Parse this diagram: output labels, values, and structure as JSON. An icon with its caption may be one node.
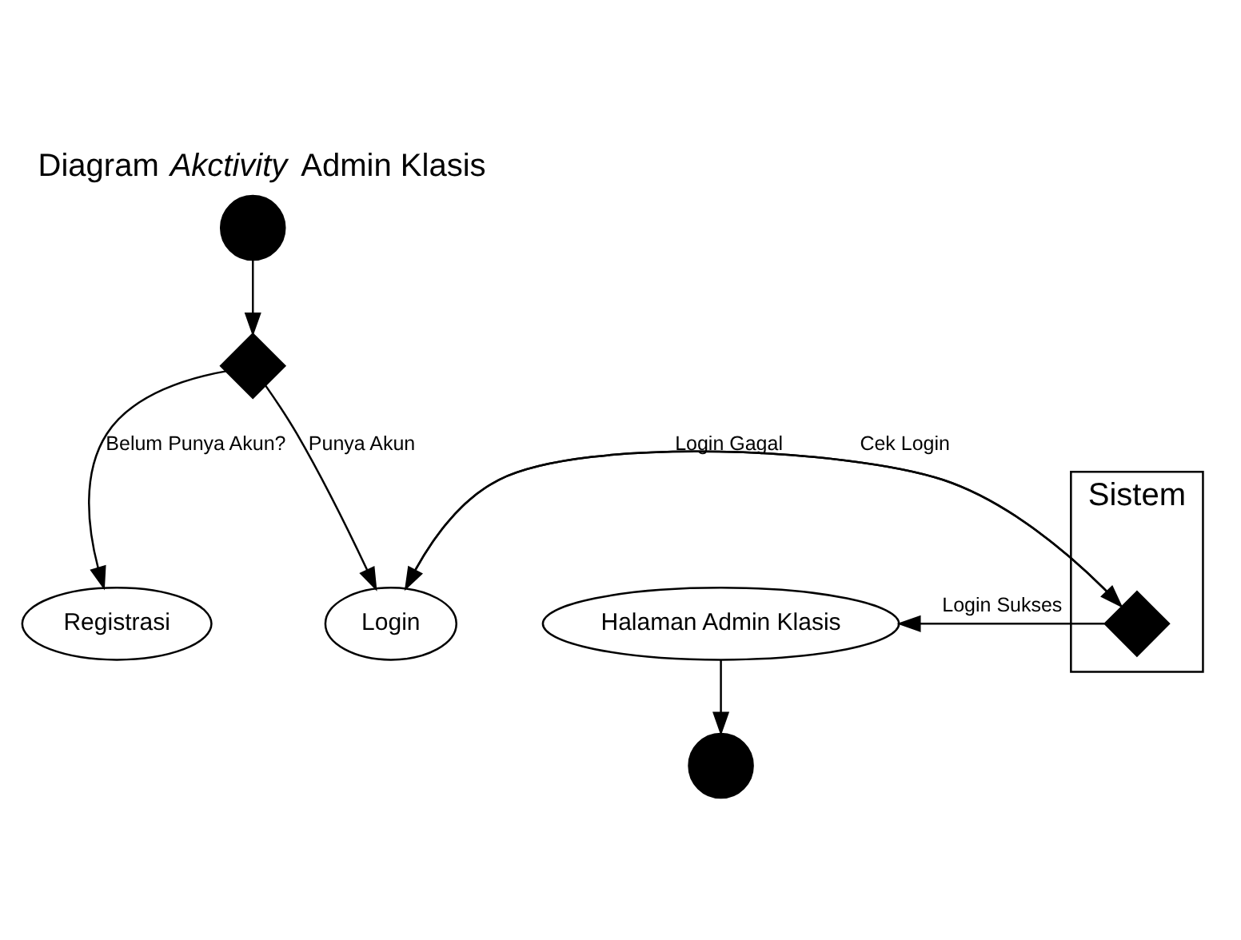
{
  "diagram": {
    "title": "Diagram *Akctivity* Admin Klasis",
    "nodes": [
      {
        "text": [
          "Sistem"
        ]
      },
      {
        "text": [],
        "shape": "circle"
      },
      {
        "text": [],
        "shape": "diamond"
      },
      {
        "text": [
          "Registrasi"
        ]
      },
      {
        "text": [
          "Login"
        ]
      },
      {
        "text": [],
        "shape": "diamond",
        "in": 0
      },
      {
        "text": [
          "Halaman Admin Klasis"
        ]
      },
      {
        "text": [],
        "shape": "circle"
      }
    ],
    "edges": [
      {
        "from": 1,
        "to": 2,
        "arrow": "to"
      },
      {
        "from": 2,
        "to": 3,
        "arrow": "to",
        "label": "Belum Punya Akun?"
      },
      {
        "from": 2,
        "to": 4,
        "arrow": "to",
        "label": "Punya Akun"
      },
      {
        "from": 5,
        "to": 4,
        "arrow": "to",
        "label": "Login Gagal"
      },
      {
        "from": 4,
        "to": 5,
        "arrow": "to",
        "label": "Cek Login"
      },
      {
        "from": 5,
        "to": 6,
        "arrow": "to",
        "label": "Login Sukses"
      },
      {
        "from": 6,
        "to": 7,
        "arrow": "to"
      }
    ]
  }
}
